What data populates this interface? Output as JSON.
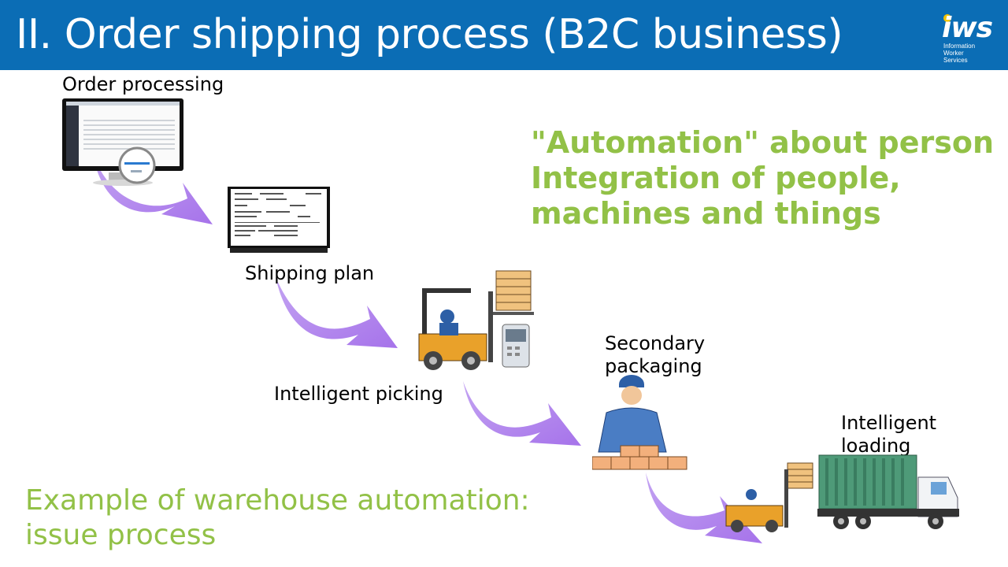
{
  "slide": {
    "title": "II. Order shipping process (B2C business)"
  },
  "logo": {
    "mark": "iws",
    "subtitle_line1": "Information",
    "subtitle_line2": "Worker",
    "subtitle_line3": "Services"
  },
  "steps": {
    "order_processing": "Order processing",
    "shipping_plan": "Shipping plan",
    "intelligent_picking": "Intelligent picking",
    "secondary_packaging_line1": "Secondary",
    "secondary_packaging_line2": "packaging",
    "intelligent_loading_line1": "Intelligent",
    "intelligent_loading_line2": "loading"
  },
  "headline": {
    "line1": "\"Automation\" about person",
    "line2": "Integration of people,",
    "line3": "machines and things"
  },
  "footer": {
    "line1": "Example of warehouse automation:",
    "line2": "issue process"
  },
  "colors": {
    "header_blue": "#0b6db5",
    "accent_green": "#92c147",
    "arrow_purple": "#ac7ee8"
  }
}
